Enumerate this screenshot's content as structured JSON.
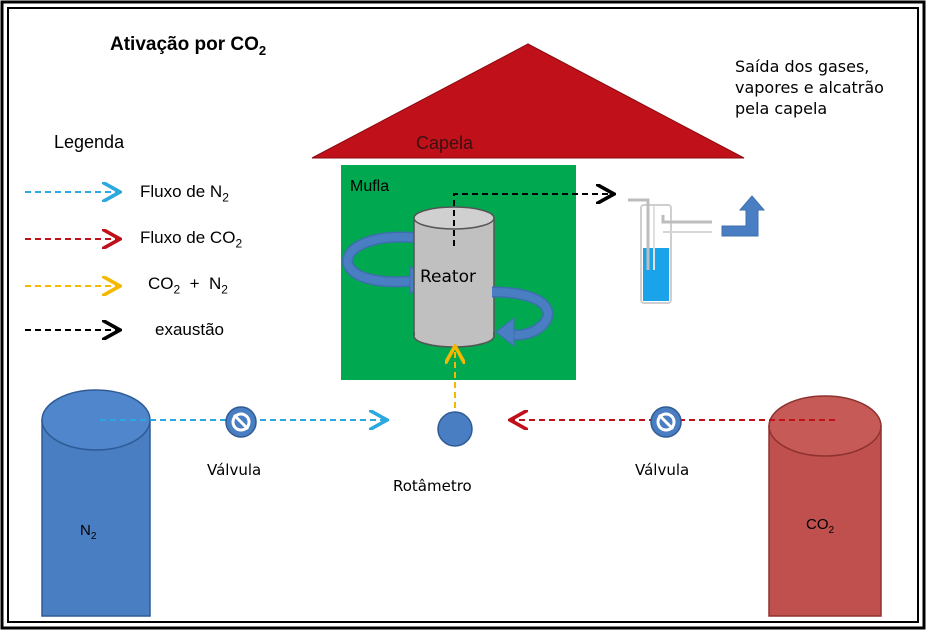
{
  "title": {
    "prefix": "Ativação por CO",
    "sub": "2"
  },
  "legend": {
    "title": "Legenda",
    "items": [
      {
        "text": "Fluxo de N",
        "sub": "2",
        "color": "#2aa8e0"
      },
      {
        "text": "Fluxo de CO",
        "sub": "2",
        "color": "#c0111a"
      },
      {
        "text": "CO",
        "sub": "2",
        "suffix": "  +  N",
        "sub2": "2",
        "color": "#f5b800"
      },
      {
        "text": "exaustão",
        "sub": "",
        "color": "#000000"
      }
    ]
  },
  "exit_note": "Saída dos gases, vapores e alcatrão pela capela",
  "hood_label": "Capela",
  "furnace_label": "Mufla",
  "reactor_label": "Reator",
  "valve_left_label": "Válvula",
  "valve_right_label": "Válvula",
  "rotameter_label": "Rotâmetro",
  "n2_cylinder": {
    "text": "N",
    "sub": "2"
  },
  "co2_cylinder": {
    "text": "CO",
    "sub": "2"
  },
  "colors": {
    "hood": "#c0111a",
    "furnace": "#00a84f",
    "n2_cylinder": "#4a7ec2",
    "co2_cylinder": "#c0504d",
    "reactor": "#c0c0c0",
    "arrow_blue": "#4a7ec2",
    "trap_liquid": "#1aa3e8"
  }
}
